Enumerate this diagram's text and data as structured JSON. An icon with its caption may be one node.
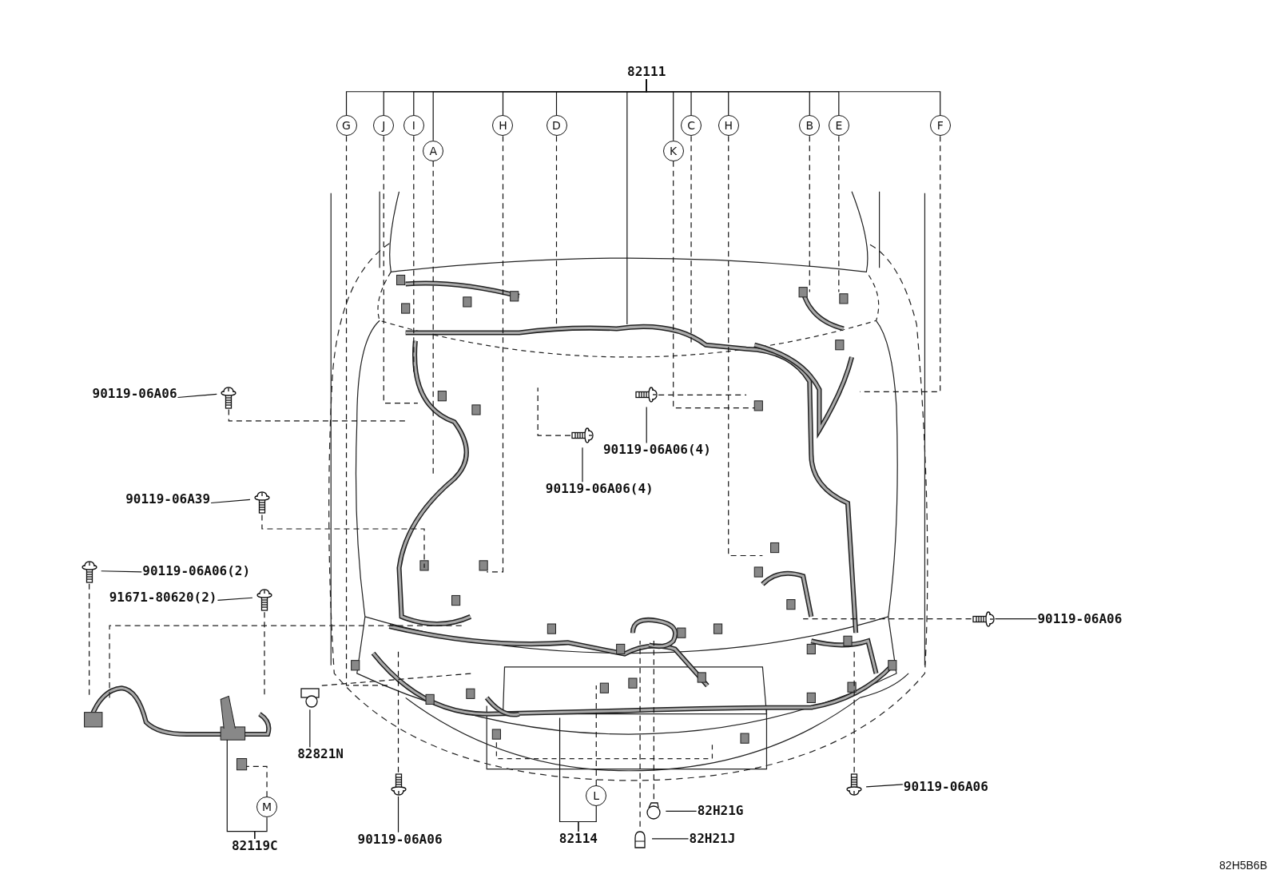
{
  "diagram": {
    "nodes": [
      {
        "text": [
          "82111"
        ]
      },
      {
        "text": [
          "G"
        ]
      },
      {
        "text": [
          "J"
        ]
      },
      {
        "text": [
          "I"
        ]
      },
      {
        "text": [
          "A"
        ]
      },
      {
        "text": [
          "H"
        ]
      },
      {
        "text": [
          "D"
        ]
      },
      {
        "text": [
          "K"
        ]
      },
      {
        "text": [
          "C"
        ]
      },
      {
        "text": [
          "H"
        ]
      },
      {
        "text": [
          "B"
        ]
      },
      {
        "text": [
          "E"
        ]
      },
      {
        "text": [
          "F"
        ]
      },
      {
        "text": [
          "90119-06A06"
        ]
      },
      {
        "text": [],
        "shape": "bolt"
      },
      {
        "text": [
          "90119-06A06(4)"
        ]
      },
      {
        "text": [],
        "shape": "bolt"
      },
      {
        "text": [
          "90119-06A06(4)"
        ]
      },
      {
        "text": [],
        "shape": "bolt"
      },
      {
        "text": [
          "90119-06A39"
        ]
      },
      {
        "text": [],
        "shape": "bolt"
      },
      {
        "text": [
          "90119-06A06(2)"
        ]
      },
      {
        "text": [],
        "shape": "bolt"
      },
      {
        "text": [
          "91671-80620(2)"
        ]
      },
      {
        "text": [],
        "shape": "bolt"
      },
      {
        "text": [
          "90119-06A06"
        ]
      },
      {
        "text": [],
        "shape": "bolt"
      },
      {
        "text": [
          "90119-06A06"
        ]
      },
      {
        "text": [],
        "shape": "bolt"
      },
      {
        "text": [
          "90119-06A06"
        ]
      },
      {
        "text": [],
        "shape": "bolt"
      },
      {
        "text": [
          "82821N"
        ]
      },
      {
        "text": [],
        "shape": "connector"
      },
      {
        "text": [
          "82119C"
        ]
      },
      {
        "text": [
          "M"
        ]
      },
      {
        "text": [
          "82114"
        ]
      },
      {
        "text": [
          "L"
        ]
      },
      {
        "text": [
          "82H21G"
        ]
      },
      {
        "text": [],
        "shape": "clip"
      },
      {
        "text": [
          "82H21J"
        ]
      },
      {
        "text": [],
        "shape": "clip"
      }
    ],
    "edges": [
      {
        "from": 0,
        "to": 1,
        "arrow": "none"
      },
      {
        "from": 0,
        "to": 2,
        "arrow": "none"
      },
      {
        "from": 0,
        "to": 3,
        "arrow": "none"
      },
      {
        "from": 0,
        "to": 4,
        "arrow": "none"
      },
      {
        "from": 0,
        "to": 5,
        "arrow": "none"
      },
      {
        "from": 0,
        "to": 6,
        "arrow": "none"
      },
      {
        "from": 0,
        "to": 7,
        "arrow": "none"
      },
      {
        "from": 0,
        "to": 8,
        "arrow": "none"
      },
      {
        "from": 0,
        "to": 9,
        "arrow": "none"
      },
      {
        "from": 0,
        "to": 10,
        "arrow": "none"
      },
      {
        "from": 0,
        "to": 11,
        "arrow": "none"
      },
      {
        "from": 0,
        "to": 12,
        "arrow": "none"
      },
      {
        "from": 0,
        "to": null,
        "arrow": "none"
      },
      {
        "from": 1,
        "to": null,
        "arrow": "none",
        "style": "dashed"
      },
      {
        "from": 2,
        "to": null,
        "arrow": "none",
        "style": "dashed"
      },
      {
        "from": 3,
        "to": null,
        "arrow": "none",
        "style": "dashed"
      },
      {
        "from": 4,
        "to": null,
        "arrow": "none",
        "style": "dashed"
      },
      {
        "from": 5,
        "to": null,
        "arrow": "none",
        "style": "dashed"
      },
      {
        "from": 6,
        "to": null,
        "arrow": "none",
        "style": "dashed"
      },
      {
        "from": 7,
        "to": null,
        "arrow": "none",
        "style": "dashed"
      },
      {
        "from": 8,
        "to": null,
        "arrow": "none",
        "style": "dashed"
      },
      {
        "from": 9,
        "to": null,
        "arrow": "none",
        "style": "dashed"
      },
      {
        "from": 10,
        "to": null,
        "arrow": "none",
        "style": "dashed"
      },
      {
        "from": 11,
        "to": null,
        "arrow": "none",
        "style": "dashed"
      },
      {
        "from": 12,
        "to": null,
        "arrow": "none",
        "style": "dashed"
      },
      {
        "from": 13,
        "to": 14,
        "arrow": "none"
      },
      {
        "from": 14,
        "to": null,
        "arrow": "none",
        "style": "dashed"
      },
      {
        "from": 15,
        "to": 16,
        "arrow": "none"
      },
      {
        "from": 16,
        "to": null,
        "arrow": "none",
        "style": "dashed"
      },
      {
        "from": 17,
        "to": 18,
        "arrow": "none"
      },
      {
        "from": 18,
        "to": null,
        "arrow": "none",
        "style": "dashed"
      },
      {
        "from": 19,
        "to": 20,
        "arrow": "none"
      },
      {
        "from": 20,
        "to": null,
        "arrow": "none",
        "style": "dashed"
      },
      {
        "from": 21,
        "to": 22,
        "arrow": "none"
      },
      {
        "from": 22,
        "to": null,
        "arrow": "none",
        "style": "dashed"
      },
      {
        "from": 23,
        "to": 24,
        "arrow": "none"
      },
      {
        "from": 24,
        "to": null,
        "arrow": "none",
        "style": "dashed"
      },
      {
        "from": 25,
        "to": 26,
        "arrow": "none"
      },
      {
        "from": 26,
        "to": null,
        "arrow": "none",
        "style": "dashed"
      },
      {
        "from": 27,
        "to": 28,
        "arrow": "none"
      },
      {
        "from": 28,
        "to": null,
        "arrow": "none",
        "style": "dashed"
      },
      {
        "from": 29,
        "to": 30,
        "arrow": "none"
      },
      {
        "from": 30,
        "to": null,
        "arrow": "none",
        "style": "dashed"
      },
      {
        "from": 31,
        "to": 32,
        "arrow": "none"
      },
      {
        "from": 32,
        "to": null,
        "arrow": "none",
        "style": "dashed"
      },
      {
        "from": 33,
        "to": null,
        "arrow": "none"
      },
      {
        "from": 33,
        "to": 34,
        "arrow": "none"
      },
      {
        "from": 34,
        "to": null,
        "arrow": "none",
        "style": "dashed"
      },
      {
        "from": 35,
        "to": null,
        "arrow": "none"
      },
      {
        "from": 35,
        "to": 36,
        "arrow": "none"
      },
      {
        "from": 36,
        "to": null,
        "arrow": "none",
        "style": "dashed"
      },
      {
        "from": 37,
        "to": 38,
        "arrow": "none"
      },
      {
        "from": 38,
        "to": null,
        "arrow": "none",
        "style": "dashed"
      },
      {
        "from": 39,
        "to": 40,
        "arrow": "none"
      },
      {
        "from": 40,
        "to": null,
        "arrow": "none",
        "style": "dashed"
      }
    ],
    "labels": [
      "82H5B6B"
    ]
  }
}
